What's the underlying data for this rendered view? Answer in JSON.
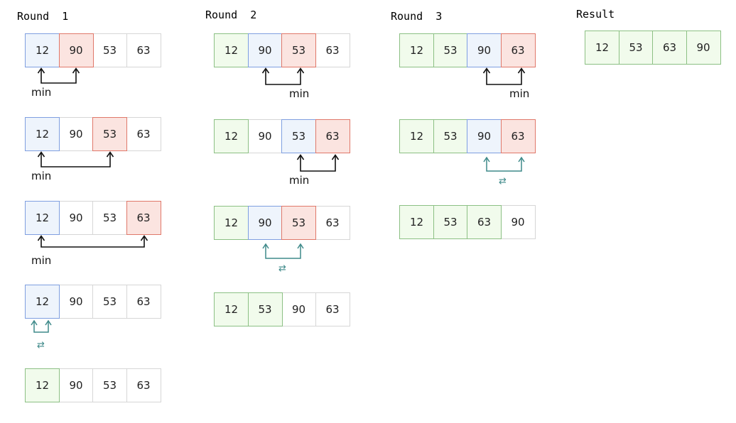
{
  "titles": {
    "round1": "Round  1",
    "round2": "Round  2",
    "round3": "Round  3",
    "result": "Result"
  },
  "labels": {
    "min": "min",
    "swap": "⇄"
  },
  "colors": {
    "sorted_fill": "#f1fbec",
    "sorted_border": "#8cc084",
    "current_fill": "#eef4fc",
    "current_border": "#7f9fe0",
    "compare_fill": "#fbe4e0",
    "compare_border": "#e0786a",
    "min_arrow": "#111111",
    "swap_arrow": "#3f8a8a"
  },
  "rounds": {
    "r1": [
      {
        "values": [
          "12",
          "90",
          "53",
          "63"
        ],
        "states": [
          "current",
          "compare",
          "",
          ""
        ]
      },
      {
        "values": [
          "12",
          "90",
          "53",
          "63"
        ],
        "states": [
          "current",
          "",
          "compare",
          ""
        ]
      },
      {
        "values": [
          "12",
          "90",
          "53",
          "63"
        ],
        "states": [
          "current",
          "",
          "",
          "compare"
        ]
      },
      {
        "values": [
          "12",
          "90",
          "53",
          "63"
        ],
        "states": [
          "current",
          "",
          "",
          ""
        ]
      },
      {
        "values": [
          "12",
          "90",
          "53",
          "63"
        ],
        "states": [
          "sorted",
          "",
          "",
          ""
        ]
      }
    ],
    "r2": [
      {
        "values": [
          "12",
          "90",
          "53",
          "63"
        ],
        "states": [
          "sorted",
          "current",
          "compare",
          ""
        ]
      },
      {
        "values": [
          "12",
          "90",
          "53",
          "63"
        ],
        "states": [
          "sorted",
          "",
          "current",
          "compare"
        ]
      },
      {
        "values": [
          "12",
          "90",
          "53",
          "63"
        ],
        "states": [
          "sorted",
          "current",
          "compare",
          ""
        ]
      },
      {
        "values": [
          "12",
          "53",
          "90",
          "63"
        ],
        "states": [
          "sorted",
          "sorted",
          "",
          ""
        ]
      }
    ],
    "r3": [
      {
        "values": [
          "12",
          "53",
          "90",
          "63"
        ],
        "states": [
          "sorted",
          "sorted",
          "current",
          "compare"
        ]
      },
      {
        "values": [
          "12",
          "53",
          "90",
          "63"
        ],
        "states": [
          "sorted",
          "sorted",
          "current",
          "compare"
        ]
      },
      {
        "values": [
          "12",
          "53",
          "63",
          "90"
        ],
        "states": [
          "sorted",
          "sorted",
          "sorted",
          ""
        ]
      }
    ],
    "result": [
      {
        "values": [
          "12",
          "53",
          "63",
          "90"
        ],
        "states": [
          "sorted",
          "sorted",
          "sorted",
          "sorted"
        ]
      }
    ]
  }
}
